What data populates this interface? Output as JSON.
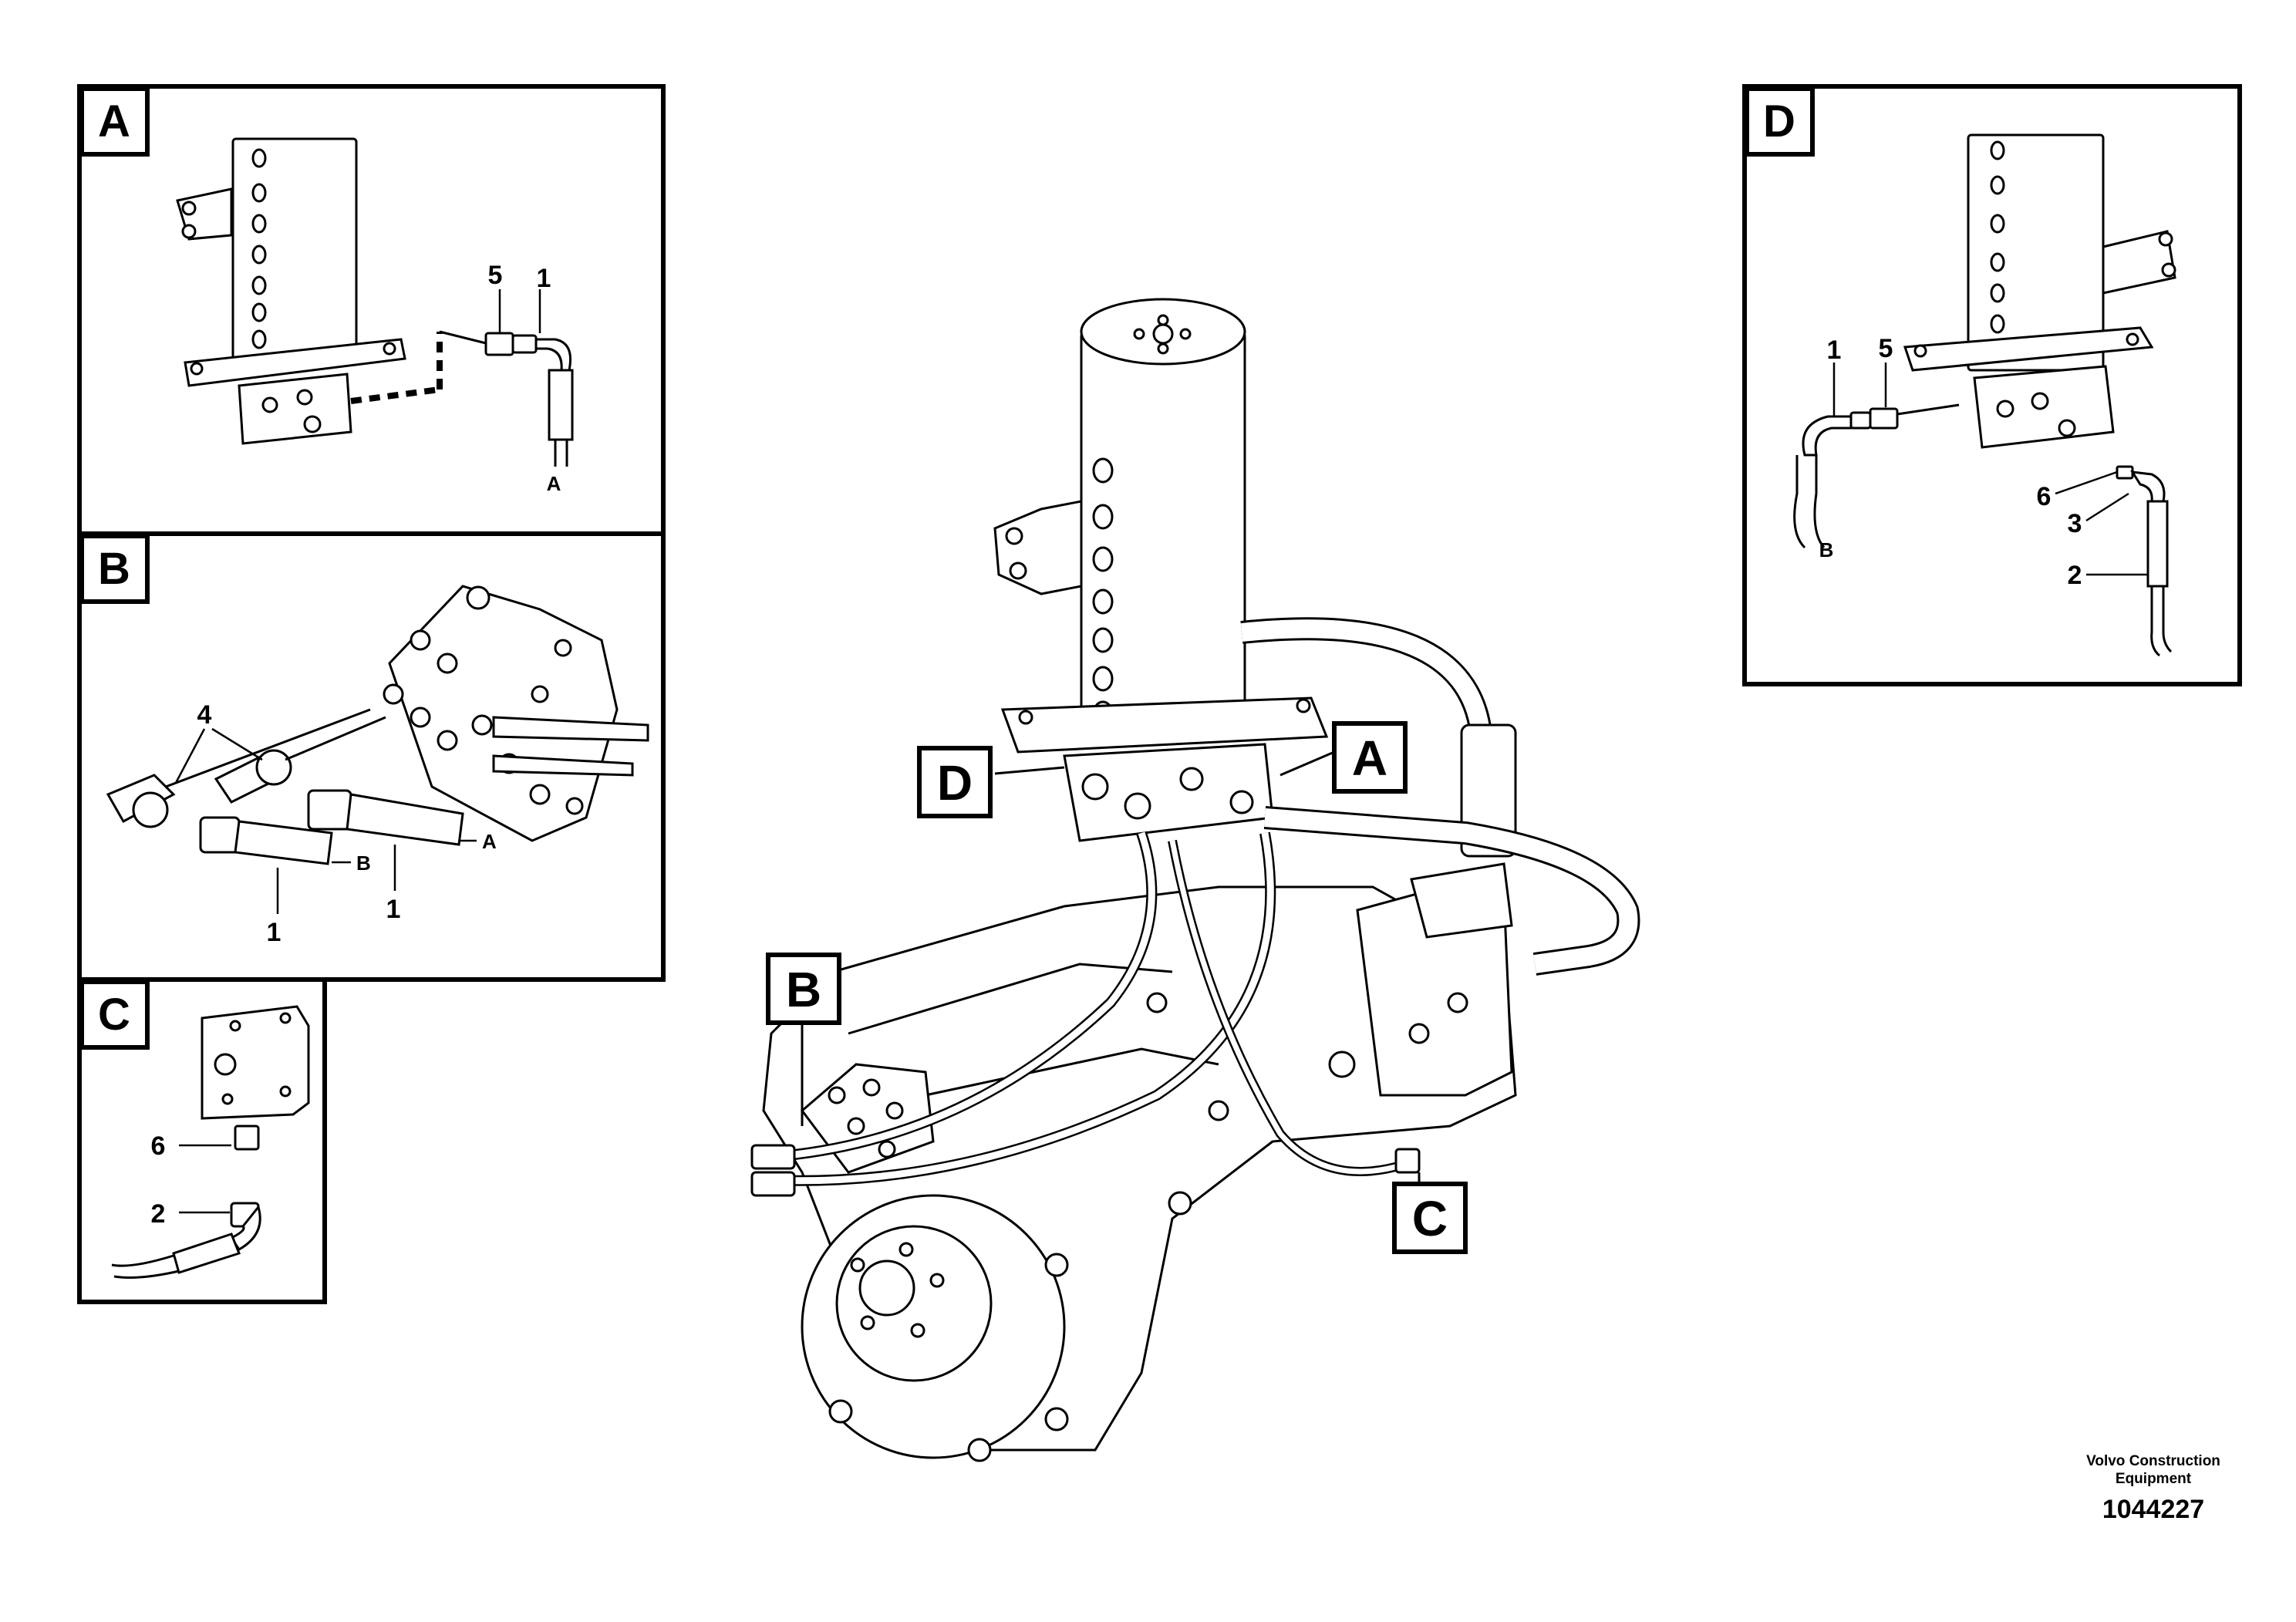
{
  "panels": {
    "A": {
      "letter": "A",
      "callouts": [
        "5",
        "1"
      ],
      "hose_end": "A"
    },
    "B": {
      "letter": "B",
      "callouts": [
        "4",
        "1",
        "1"
      ],
      "hose_ends": [
        "B",
        "A"
      ]
    },
    "C": {
      "letter": "C",
      "callouts": [
        "6",
        "2"
      ]
    },
    "D": {
      "letter": "D",
      "callouts": [
        "1",
        "5",
        "6",
        "3",
        "2"
      ],
      "hose_end": "B"
    }
  },
  "main_view_labels": {
    "A": "A",
    "B": "B",
    "C": "C",
    "D": "D"
  },
  "footer": {
    "company_line1": "Volvo Construction",
    "company_line2": "Equipment",
    "drawing_number": "1044227"
  }
}
